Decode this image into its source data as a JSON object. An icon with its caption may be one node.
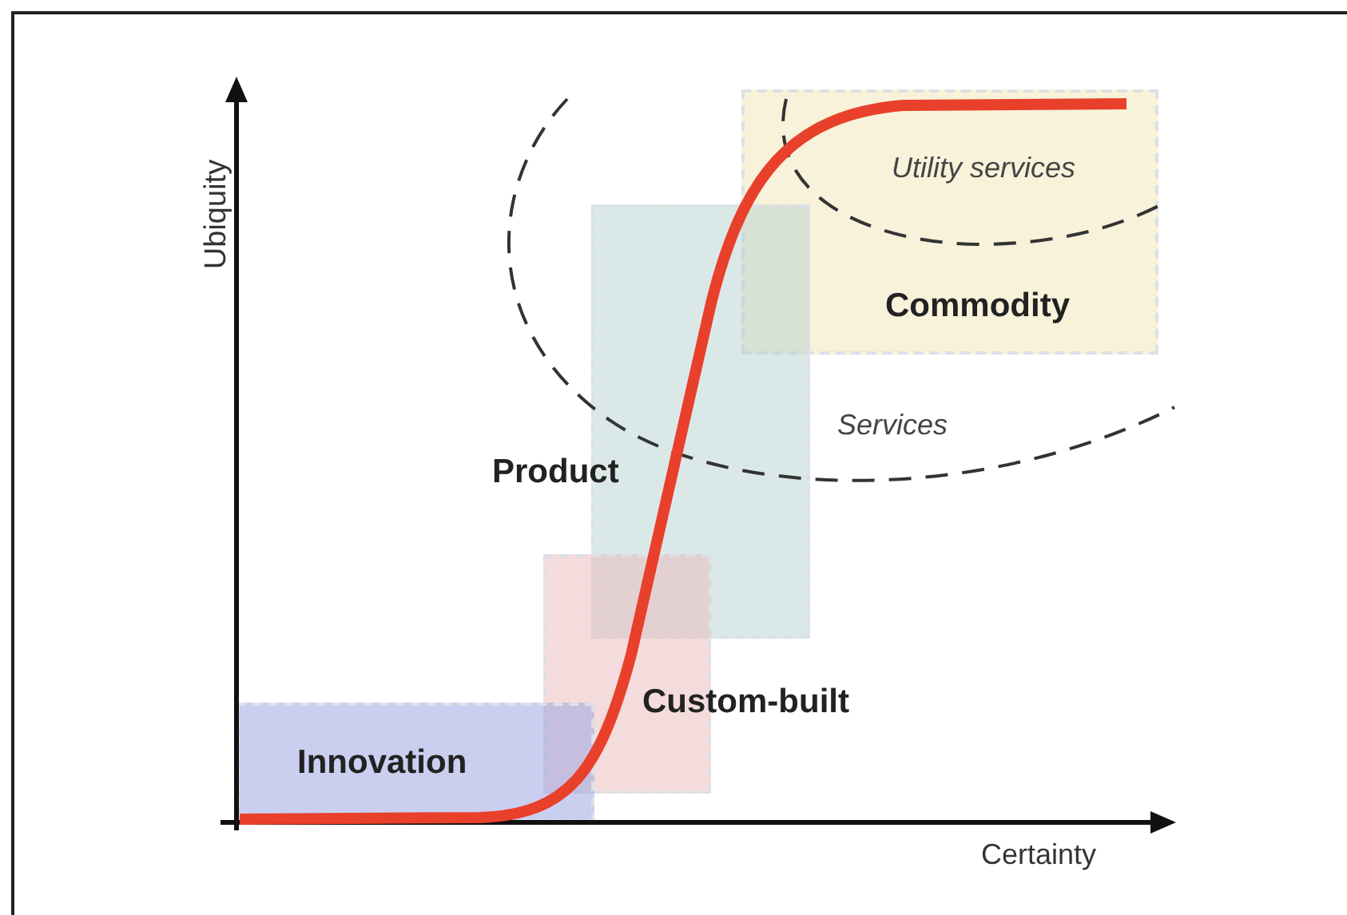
{
  "diagram": {
    "nodes": [
      {
        "text": [
          "Commodity"
        ]
      },
      {
        "text": [],
        "shape": "box",
        "beside": [
          "Product"
        ]
      },
      {
        "text": [],
        "shape": "box",
        "beside": [
          "Custom-built"
        ]
      },
      {
        "text": [
          "Innovation"
        ]
      }
    ],
    "labels": [
      "Ubiquity",
      "Utility services",
      "Services",
      "Certainty"
    ]
  }
}
